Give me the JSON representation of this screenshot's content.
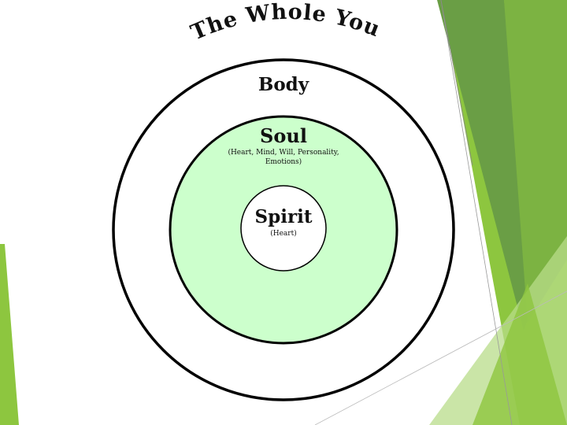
{
  "title": "The Whole You",
  "colors": {
    "outer_ring": "#ffffff",
    "soul_fill": "#ccffcc",
    "spirit_fill": "#ffffff",
    "accent_green": "#8dc63f",
    "accent_dark_green": "#6a9e3f"
  },
  "rings": {
    "body": {
      "label": "Body"
    },
    "soul": {
      "label": "Soul",
      "sublabel": "(Heart, Mind, Will, Personality, Emotions)"
    },
    "spirit": {
      "label": "Spirit",
      "sublabel": "(Heart)"
    }
  }
}
